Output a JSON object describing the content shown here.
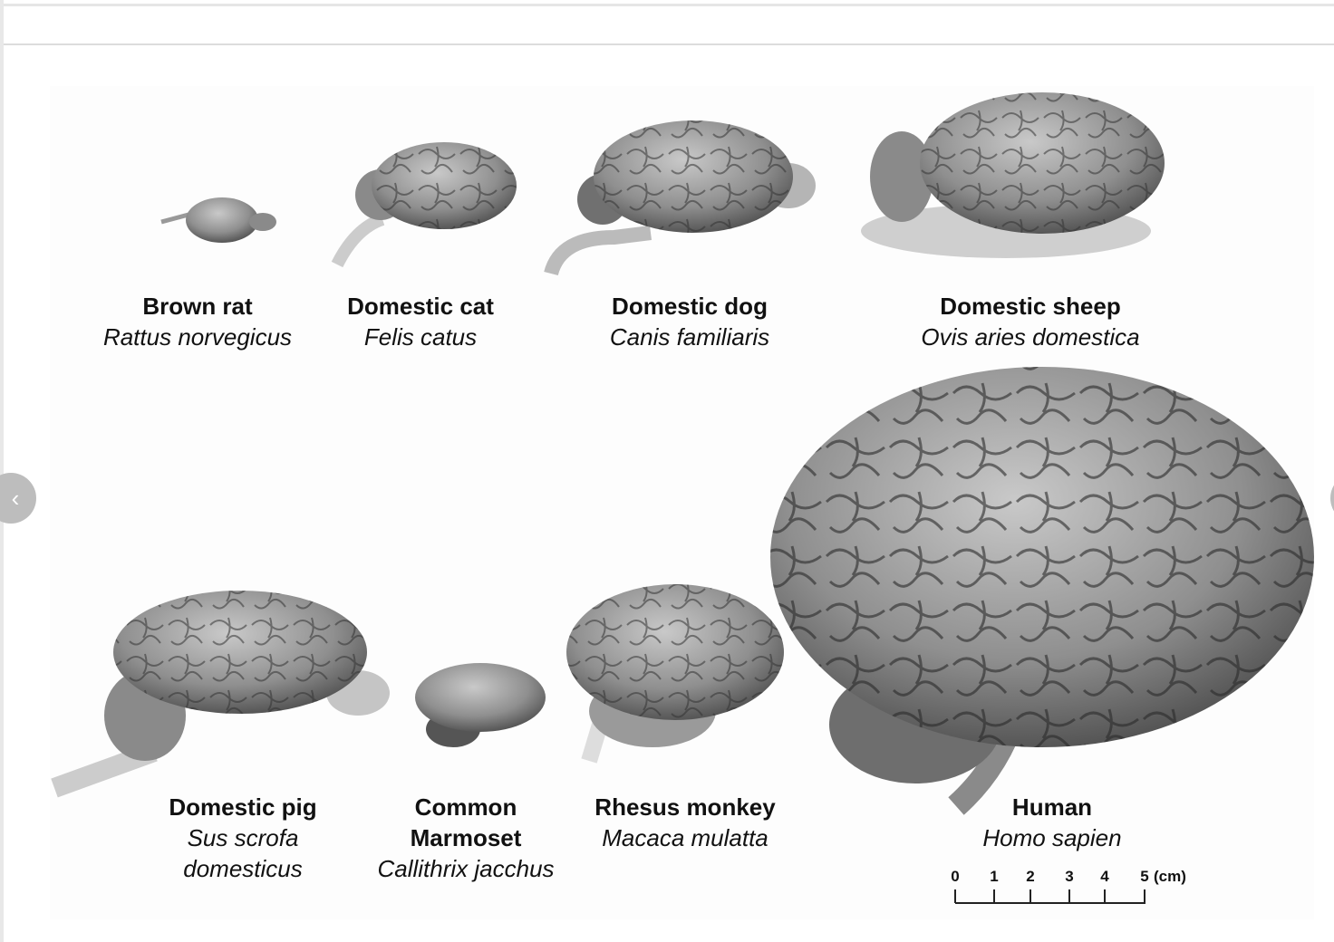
{
  "viewer": {
    "prev_icon": "chevron-left-icon",
    "next_icon": "chevron-right-icon"
  },
  "figure": {
    "top_row": [
      {
        "common": "Brown rat",
        "scientific": "Rattus norvegicus"
      },
      {
        "common": "Domestic cat",
        "scientific": "Felis catus"
      },
      {
        "common": "Domestic dog",
        "scientific": "Canis familiaris"
      },
      {
        "common": "Domestic sheep",
        "scientific": "Ovis aries domestica"
      }
    ],
    "bottom_row": [
      {
        "common": "Domestic pig",
        "scientific_1": "Sus scrofa",
        "scientific_2": "domesticus"
      },
      {
        "common_1": "Common",
        "common_2": "Marmoset",
        "scientific": "Callithrix jacchus"
      },
      {
        "common": "Rhesus monkey",
        "scientific": "Macaca mulatta"
      },
      {
        "common": "Human",
        "scientific": "Homo sapien"
      }
    ],
    "scale_bar": {
      "ticks": [
        "0",
        "1",
        "2",
        "3",
        "4",
        "5"
      ],
      "unit": "(cm)"
    }
  }
}
